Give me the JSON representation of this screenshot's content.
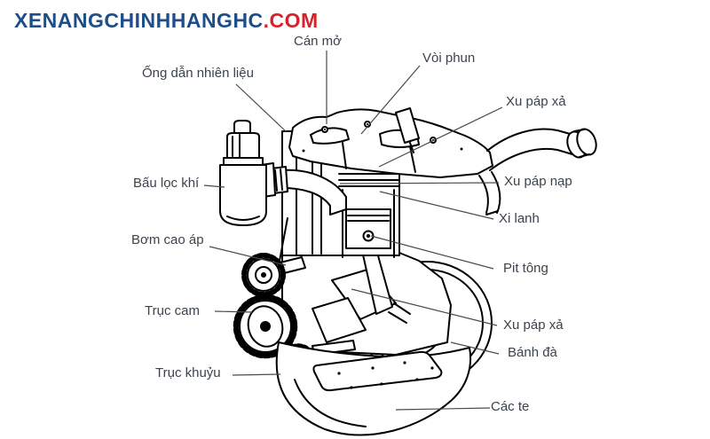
{
  "page": {
    "background": "#ffffff"
  },
  "logo": {
    "brand": "XENANGCHINHHANGHC",
    "domain_suffix": ".COM",
    "brand_color": "#1d4e89",
    "suffix_color": "#d4232a"
  },
  "diagram": {
    "type": "diesel-engine-cutaway-line-drawing",
    "label_color": "#3b434e",
    "drawing_color": "#000000",
    "leader_color": "#4a4a4a",
    "labels": [
      {
        "id": "can-mo",
        "text": "Cán mở"
      },
      {
        "id": "voi-phun",
        "text": "Vòi phun"
      },
      {
        "id": "ong-dan-nhien-lieu",
        "text": "Ống dẫn nhiên liệu"
      },
      {
        "id": "xu-pap-xa-top",
        "text": "Xu páp xả"
      },
      {
        "id": "bau-loc-khi",
        "text": "Bấu lọc khí"
      },
      {
        "id": "xu-pap-nap",
        "text": "Xu páp nạp"
      },
      {
        "id": "xi-lanh",
        "text": "Xi lanh"
      },
      {
        "id": "bom-cao-ap",
        "text": "Bơm cao áp"
      },
      {
        "id": "pit-tong",
        "text": "Pit tông"
      },
      {
        "id": "truc-cam",
        "text": "Trục cam"
      },
      {
        "id": "xu-pap-xa-lower",
        "text": "Xu páp xả"
      },
      {
        "id": "banh-da",
        "text": "Bánh đà"
      },
      {
        "id": "truc-khuyu",
        "text": "Trục khuỷu"
      },
      {
        "id": "cac-te",
        "text": "Các te"
      }
    ]
  }
}
